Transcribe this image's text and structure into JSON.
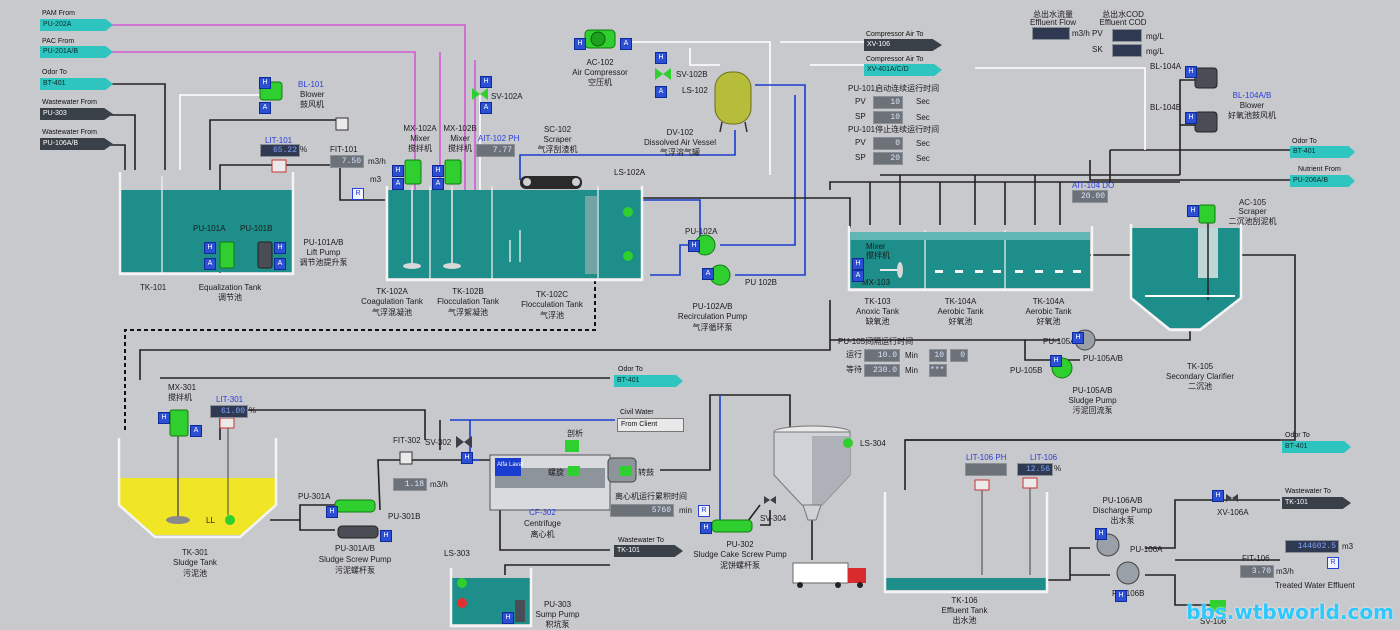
{
  "sources": {
    "pam": {
      "head": "PAM From",
      "tag": "PU-202A"
    },
    "pac": {
      "head": "PAC From",
      "tag": "PU-201A/B"
    },
    "odor_in": {
      "head": "Odor To",
      "tag": "BT-401"
    },
    "ww1": {
      "head": "Wastewater From",
      "tag": "PU-303"
    },
    "ww2": {
      "head": "Wastewater From",
      "tag": "PU-106A/B"
    },
    "comp1": {
      "head": "Compressor Air To",
      "tag": "XV-106"
    },
    "comp2": {
      "head": "Compressor Air To",
      "tag": "XV-401A/C/D"
    },
    "odor_r": {
      "head": "Odor To",
      "tag": "BT-401"
    },
    "nutrient": {
      "head": "Nutrient From",
      "tag": "PU-206A/B"
    },
    "odor_mid": {
      "head": "Odor To",
      "tag": "BT-401"
    },
    "civil": {
      "head": "Civil Water",
      "tag": "From Client"
    },
    "ww_tk101": {
      "head": "Wastewater To",
      "tag": "TK-101"
    },
    "odor_tk106": {
      "head": "Odor To",
      "tag": "BT-401"
    },
    "ww_out": {
      "head": "Wastewater To",
      "tag": "TK-101"
    }
  },
  "equipment": {
    "bl101": {
      "tag": "BL-101",
      "name": "Blower",
      "cn": "鼓风机"
    },
    "sv102a": {
      "tag": "SV-102A"
    },
    "ac102": {
      "tag": "AC-102",
      "name": "Air Compressor",
      "cn": "空压机"
    },
    "sv102b": {
      "tag": "SV-102B"
    },
    "ls102": {
      "tag": "LS-102"
    },
    "dv102": {
      "tag": "DV-102",
      "name": "Dissolved Air Vessel",
      "cn": "气浮溶气罐"
    },
    "mx102a": {
      "tag": "MX-102A",
      "name": "Mixer",
      "cn": "搅拌机"
    },
    "mx102b": {
      "tag": "MX-102B",
      "name": "Mixer",
      "cn": "搅拌机"
    },
    "sc102": {
      "tag": "SC-102",
      "name": "Scraper",
      "cn": "气浮刮渣机"
    },
    "ls102a": {
      "tag": "LS-102A"
    },
    "ait102": {
      "tag": "AIT-102 PH"
    },
    "lit101": {
      "tag": "LIT-101"
    },
    "fit101": {
      "tag": "FIT-101"
    },
    "tk101": {
      "tag": "TK-101",
      "name": "Equalization Tank",
      "cn": "调节池"
    },
    "pu101": {
      "a": "PU-101A",
      "b": "PU-101B",
      "tag": "PU-101A/B",
      "name": "Lift Pump",
      "cn": "调节池提升泵"
    },
    "tk102a": {
      "tag": "TK-102A",
      "name": "Coagulation Tank",
      "cn": "气浮混凝池"
    },
    "tk102b": {
      "tag": "TK-102B",
      "name": "Flocculation Tank",
      "cn": "气浮絮凝池"
    },
    "tk102c": {
      "tag": "TK-102C",
      "name": "Flocculation Tank",
      "cn": "气浮池"
    },
    "pu102a": {
      "tag": "PU-102A"
    },
    "pu102b": {
      "tag": "PU 102B"
    },
    "pu102ab": {
      "tag": "PU-102A/B",
      "name": "Recirculation Pump",
      "cn": "气浮循环泵"
    },
    "mx103": {
      "tag": "MX-103",
      "name": "Mixer",
      "cn": "搅拌机"
    },
    "tk103": {
      "tag": "TK-103",
      "name": "Anoxic Tank",
      "cn": "缺氧池"
    },
    "tk104a": {
      "tag": "TK-104A",
      "name": "Aerobic Tank",
      "cn": "好氧池"
    },
    "tk104a2": {
      "tag": "TK-104A",
      "name": "Aerobic Tank",
      "cn": "好氧池"
    },
    "ait104": {
      "tag": "AIT-104 DO"
    },
    "ac105": {
      "tag": "AC-105",
      "name": "Scraper",
      "cn": "二沉池刮泥机"
    },
    "tk105": {
      "tag": "TK-105",
      "name": "Secondary Clarifier",
      "cn": "二沉池"
    },
    "pu105a": {
      "tag": "PU-105A"
    },
    "pu105ab_lbl": {
      "tag": "PU-105A/B"
    },
    "pu105b": {
      "tag": "PU-105B"
    },
    "pu105ab": {
      "tag": "PU-105A/B",
      "name": "Sludge Pump",
      "cn": "污泥回流泵"
    },
    "bl104a": {
      "tag": "BL-104A"
    },
    "bl104b": {
      "tag": "BL-104B"
    },
    "bl104ab": {
      "tag": "BL-104A/B",
      "name": "Blower",
      "cn": "好氧池鼓风机"
    },
    "mx301": {
      "tag": "MX-301",
      "cn": "搅拌机"
    },
    "lit301": {
      "tag": "LIT-301"
    },
    "tk301": {
      "tag": "TK-301",
      "name": "Sludge Tank",
      "cn": "污泥池"
    },
    "ll": {
      "tag": "LL"
    },
    "pu301a": {
      "tag": "PU-301A"
    },
    "pu301b": {
      "tag": "PU-301B"
    },
    "pu301ab": {
      "tag": "PU-301A/B",
      "name": "Sludge Screw Pump",
      "cn": "污泥螺杆泵"
    },
    "fit302": {
      "tag": "FIT-302"
    },
    "sv302": {
      "tag": "SV-302"
    },
    "cf302": {
      "tag": "CF-302",
      "name": "Centrifuge",
      "cn": "离心机"
    },
    "cf_a": {
      "tag": "剖析"
    },
    "cf_b": {
      "tag": "螺旋"
    },
    "cf_c": {
      "tag": "转鼓"
    },
    "cf_logo": {
      "tag": "Alfa Laval"
    },
    "cf_runtime": {
      "label": "离心机运行累积时间"
    },
    "ls304": {
      "tag": "LS-304"
    },
    "sv304": {
      "tag": "SV-304"
    },
    "pu302": {
      "tag": "PU-302",
      "name": "Sludge Cake Screw Pump",
      "cn": "泥饼螺杆泵"
    },
    "ls303": {
      "tag": "LS-303"
    },
    "pu303": {
      "tag": "PU-303",
      "name": "Sump Pump",
      "cn": "积坑泵"
    },
    "lit106ph": {
      "tag": "LIT-106 PH"
    },
    "lit106": {
      "tag": "LIT-106"
    },
    "tk106": {
      "tag": "TK-106",
      "name": "Effluent Tank",
      "cn": "出水池"
    },
    "pu106ab": {
      "tag": "PU-106A/B",
      "name": "Discharge Pump",
      "cn": "出水泵"
    },
    "pu106a": {
      "tag": "PU-106A"
    },
    "pu106b": {
      "tag": "PU-106B"
    },
    "xv106a": {
      "tag": "XV-106A"
    },
    "fit106": {
      "tag": "FIT-106"
    },
    "treated": {
      "label": "Treated Water Effluent"
    },
    "sv106x": {
      "tag": "SV-106"
    }
  },
  "readings": {
    "lit101": {
      "value": "65.22",
      "unit": "%"
    },
    "fit101": {
      "value": "7.50",
      "unit": "m3/h",
      "unit2": "m3"
    },
    "ait102": {
      "value": "7.77"
    },
    "ait104": {
      "value": "20.00"
    },
    "lit301": {
      "value": "61.00",
      "unit": "%"
    },
    "fit302": {
      "value": "1.18",
      "unit": "m3/h"
    },
    "cf_runtime": {
      "value": "5760",
      "unit": "min"
    },
    "lit106ph": {
      "value": ""
    },
    "lit106": {
      "value": "12.56",
      "unit": "%"
    },
    "fit106": {
      "value": "3.70",
      "unit": "m3/h"
    },
    "effluent_total": {
      "value": "144602.5",
      "unit": "m3"
    }
  },
  "timers": {
    "pu101_run": {
      "title": "PU-101启动连续运行时间",
      "pv_label": "PV",
      "pv": "10",
      "sp_label": "SP",
      "sp": "10",
      "unit": "Sec"
    },
    "pu101_stop": {
      "title": "PU-101停止连续运行时间",
      "pv_label": "PV",
      "pv": "0",
      "sp_label": "SP",
      "sp": "20",
      "unit": "Sec"
    },
    "pu105": {
      "title": "PU-105间隔运行时间",
      "run_label": "运行",
      "run_value": "10.0",
      "wait_label": "等待",
      "wait_value": "230.0",
      "unit": "Min",
      "r1": "10",
      "r2": "0",
      "r3": "***"
    }
  },
  "effluent": {
    "flow_head": "总出水流量",
    "flow_en": "Effluent Flow",
    "flow_unit": "m3/h",
    "pv_label": "PV",
    "cod_head": "总出水COD",
    "cod_en": "Effluent COD",
    "cod_unit": "mg/L",
    "sk_label": "SK",
    "flow_value": "",
    "cod_pv": "",
    "cod_sk": ""
  },
  "buttons": {
    "hand": "H",
    "auto": "A",
    "reset": "R"
  },
  "watermark": "bbs.wtbworld.com",
  "colors": {
    "water": "#1d8e8a",
    "tank_wall": "#f4f4f4",
    "sludge": "#f0e626",
    "equip_green": "#2fcf2f",
    "pipe_pink": "#e05ee0",
    "pipe_blue": "#1a3dcf",
    "screen_bg": "#c8c9cc"
  }
}
